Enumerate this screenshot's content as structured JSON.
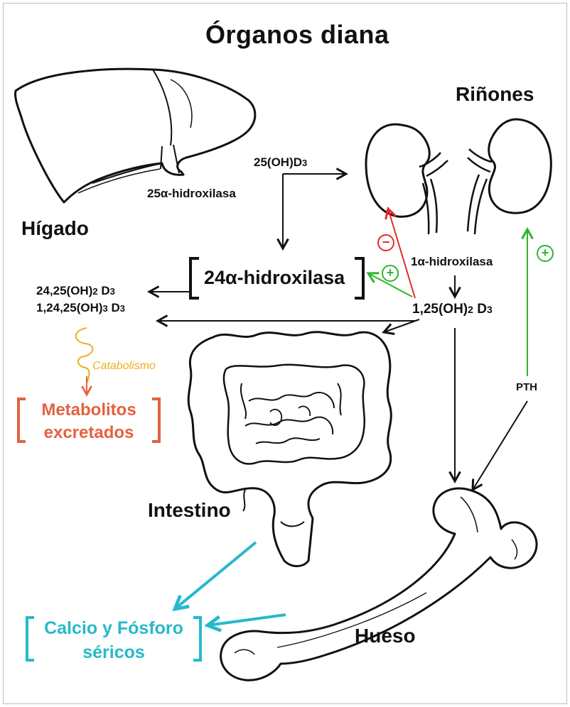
{
  "title": "Órganos diana",
  "organs": {
    "liver": "Hígado",
    "kidneys": "Riñones",
    "intestine": "Intestino",
    "bone": "Hueso"
  },
  "metabolites": {
    "d3_25oh_base": "25(OH)D",
    "d3_25oh_sub": "3",
    "calcitriol_base": "1,25(OH)",
    "calcitriol_sub": "2",
    "calcitriol_d": " D",
    "calcitriol_d_sub": "3",
    "m24_base": "24,25(OH)",
    "m24_sub": "2",
    "m24_d": " D",
    "m24_d_sub": "3",
    "m124_base": "1,24,25(OH)",
    "m124_sub": "3",
    "m124_d": " D",
    "m124_d_sub": "3"
  },
  "enzymes": {
    "hydroxylase_25": "25α-hidroxilasa",
    "hydroxylase_1": "1α-hidroxilasa",
    "hydroxylase_24": "24α-hidroxilasa"
  },
  "pth": "PTH",
  "catabolism": "Catabolismo",
  "excreted": {
    "line1": "Metabolitos",
    "line2": "excretados"
  },
  "serum": {
    "line1": "Calcio y Fósforo",
    "line2": "séricos"
  },
  "signs": {
    "plus": "+",
    "minus": "−"
  },
  "colors": {
    "inhibit": "#e42a2a",
    "stimulate": "#2db52d",
    "catabolism": "#e8b020",
    "excreted": "#e4613f",
    "serum": "#26b9cc"
  }
}
